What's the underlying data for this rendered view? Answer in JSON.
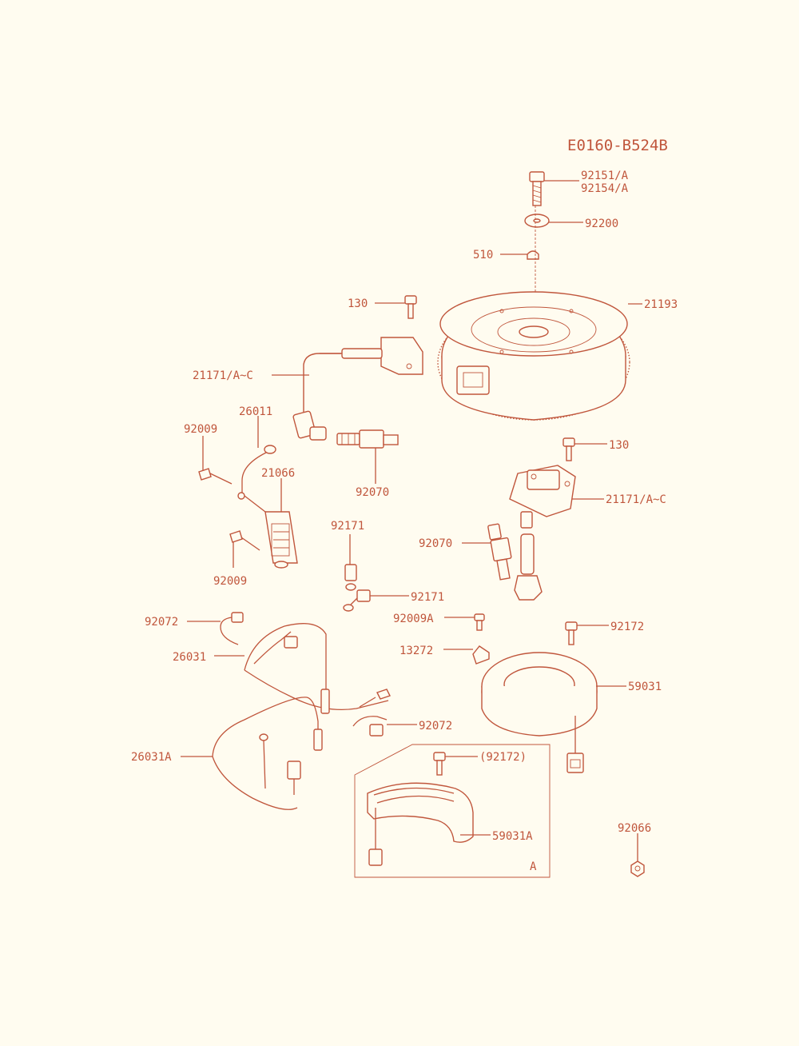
{
  "diagram_code": "E0160-B524B",
  "colors": {
    "line": "#c0563c",
    "background": "#fffcf0"
  },
  "inset_label": "A",
  "parts": {
    "p92151": "92151/A",
    "p92154": "92154/A",
    "p92200": "92200",
    "p510": "510",
    "p130a": "130",
    "p21193": "21193",
    "p21171a": "21171/A~C",
    "p26011": "26011",
    "p92009a": "92009",
    "p92070a": "92070",
    "p21066": "21066",
    "p130b": "130",
    "p21171b": "21171/A~C",
    "p92171a": "92171",
    "p92070b": "92070",
    "p92009b": "92009",
    "p92171b": "92171",
    "p92072a": "92072",
    "p92009A": "92009A",
    "p92172": "92172",
    "p26031": "26031",
    "p13272": "13272",
    "p59031": "59031",
    "p92072b": "92072",
    "p26031A": "26031A",
    "p92172b": "(92172)",
    "p59031A": "59031A",
    "p92066": "92066"
  }
}
